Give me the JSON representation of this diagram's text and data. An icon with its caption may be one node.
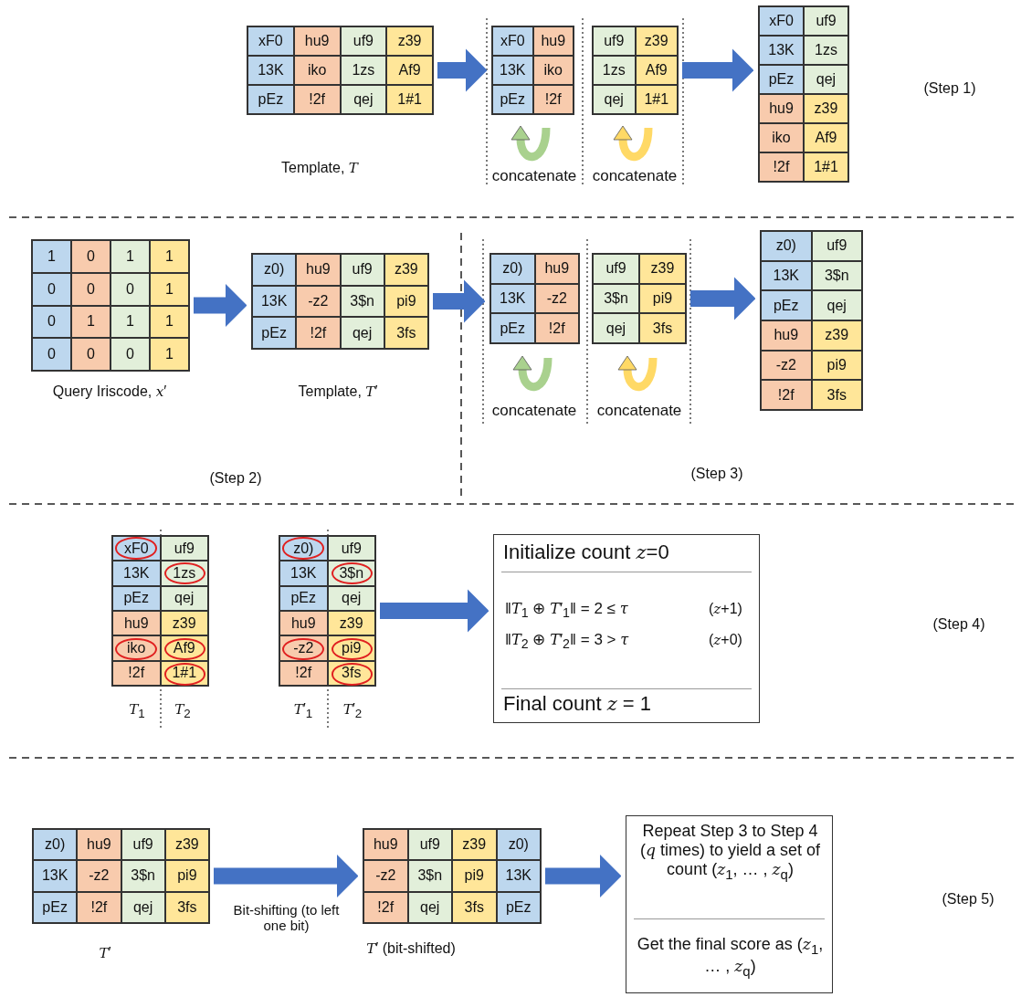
{
  "diagram": {
    "nodes": [
      {
        "text": [
          "xF0",
          "hu9",
          "uf9",
          "z39",
          "13K",
          "iko",
          "1zs",
          "Af9",
          "pEz",
          "!2f",
          "qej",
          "1#1"
        ],
        "beside": [
          "Template, *T*"
        ]
      },
      {
        "text": [
          "xF0",
          "hu9",
          "13K",
          "iko",
          "pEz",
          "!2f"
        ]
      },
      {
        "text": [
          "uf9",
          "z39",
          "1zs",
          "Af9",
          "qej",
          "1#1"
        ]
      },
      {
        "text": [
          "xF0",
          "uf9",
          "13K",
          "1zs",
          "pEz",
          "qej",
          "hu9",
          "z39",
          "iko",
          "Af9",
          "!2f",
          "1#1"
        ]
      },
      {
        "text": [
          "1",
          "0",
          "1",
          "1",
          "0",
          "0",
          "0",
          "1",
          "0",
          "1",
          "1",
          "1",
          "0",
          "0",
          "0",
          "1"
        ],
        "beside": [
          "Query Iriscode, *x*′"
        ]
      },
      {
        "text": [
          "z0)",
          "hu9",
          "uf9",
          "z39",
          "13K",
          "-z2",
          "3$n",
          "pi9",
          "pEz",
          "!2f",
          "qej",
          "3fs"
        ],
        "beside": [
          "Template, *T*′"
        ]
      },
      {
        "text": [
          "z0)",
          "hu9",
          "13K",
          "-z2",
          "pEz",
          "!2f"
        ]
      },
      {
        "text": [
          "uf9",
          "z39",
          "3$n",
          "pi9",
          "qej",
          "3fs"
        ]
      },
      {
        "text": [
          "z0)",
          "uf9",
          "13K",
          "3$n",
          "pEz",
          "qej",
          "hu9",
          "z39",
          "-z2",
          "pi9",
          "!2f",
          "3fs"
        ]
      },
      {
        "text": [
          "xF0",
          "uf9",
          "13K",
          "1zs",
          "pEz",
          "qej",
          "hu9",
          "z39",
          "iko",
          "Af9",
          "!2f",
          "1#1"
        ],
        "beside": [
          "*T*$_{1}$",
          "*T*$_{2}$"
        ]
      },
      {
        "text": [
          "z0)",
          "uf9",
          "13K",
          "3$n",
          "pEz",
          "qej",
          "hu9",
          "z39",
          "-z2",
          "pi9",
          "!2f",
          "3fs"
        ],
        "beside": [
          "*T*′$_{1}$",
          "*T*′$_{2}$"
        ]
      },
      {
        "text": [
          "Initialize count *z*=0",
          "‖*T*$_{1}$ ⊕ *T*′$_{1}$‖ = 2 ≤ *τ*",
          "(*z*+1)",
          "‖*T*$_{2}$ ⊕ *T*′$_{2}$‖ = 3 > *τ*",
          "(*z*+0)",
          "Final count *z* = 1"
        ]
      },
      {
        "text": [
          "z0)",
          "hu9",
          "uf9",
          "z39",
          "13K",
          "-z2",
          "3$n",
          "pi9",
          "pEz",
          "!2f",
          "qej",
          "3fs"
        ],
        "beside": [
          "*T*′"
        ]
      },
      {
        "text": [
          "hu9",
          "uf9",
          "z39",
          "z0)",
          "-z2",
          "3$n",
          "pi9",
          "13K",
          "!2f",
          "qej",
          "3fs",
          "pEz"
        ],
        "beside": [
          "*T*′ (bit-shifted)"
        ]
      },
      {
        "text": [
          "Repeat Step 3 to Step 4 (*q* times) to yield a set of count (*z*$_{1}$, … , *z*$_{q}$)",
          "Get the final score as (*z*$_{1}$, … , *z*$_{q}$)"
        ]
      }
    ],
    "edges": [
      {
        "from": 0,
        "to": 1,
        "arrow": "to"
      },
      {
        "from": 2,
        "to": 3,
        "arrow": "to"
      },
      {
        "from": 4,
        "to": 5,
        "arrow": "to"
      },
      {
        "from": 5,
        "to": 6,
        "arrow": "to"
      },
      {
        "from": 7,
        "to": 8,
        "arrow": "to"
      },
      {
        "from": 10,
        "to": 11,
        "arrow": "to"
      },
      {
        "from": 12,
        "to": 13,
        "arrow": "to",
        "label": "Bit-shifting (to left one bit)"
      },
      {
        "from": 13,
        "to": 14,
        "arrow": "to"
      }
    ],
    "labels": [
      "concatenate",
      "concatenate",
      "(Step 1)",
      "concatenate",
      "concatenate",
      "(Step 2)",
      "(Step 3)",
      "(Step 4)",
      "(Step 5)"
    ]
  }
}
